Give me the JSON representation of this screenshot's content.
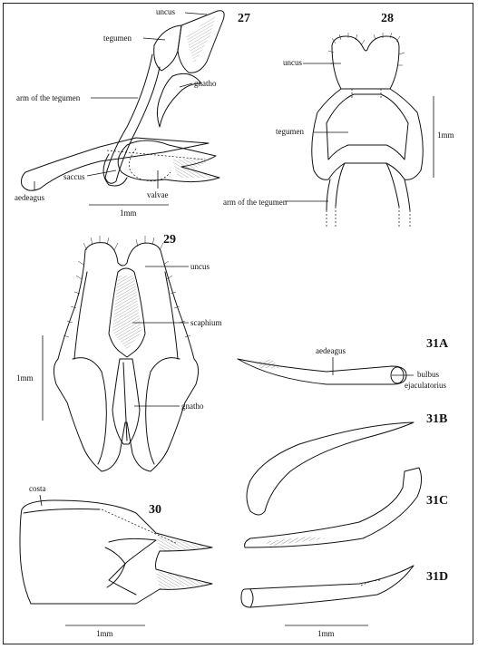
{
  "figures": {
    "f27": {
      "number": "27",
      "labels": {
        "uncus": "uncus",
        "tegumen": "tegumen",
        "gnatho": "gnatho",
        "arm": "arm of the tegumen",
        "saccus": "saccus",
        "valvae": "valvae",
        "aedeagus": "aedeagus"
      },
      "scale": "1mm"
    },
    "f28": {
      "number": "28",
      "labels": {
        "uncus": "uncus",
        "tegumen": "tegumen",
        "arm": "arm of the tegumen"
      },
      "scale": "1mm"
    },
    "f29": {
      "number": "29",
      "labels": {
        "uncus": "uncus",
        "scaphium": "scaphium",
        "gnatho": "gnatho"
      },
      "scale": "1mm"
    },
    "f30": {
      "number": "30",
      "labels": {
        "costa": "costa"
      },
      "scale": "1mm"
    },
    "f31": {
      "numbers": {
        "a": "31A",
        "b": "31B",
        "c": "31C",
        "d": "31D"
      },
      "labels": {
        "aedeagus": "aedeagus",
        "bulbus1": "bulbus",
        "bulbus2": "ejaculatorius"
      },
      "scale": "1mm"
    }
  }
}
